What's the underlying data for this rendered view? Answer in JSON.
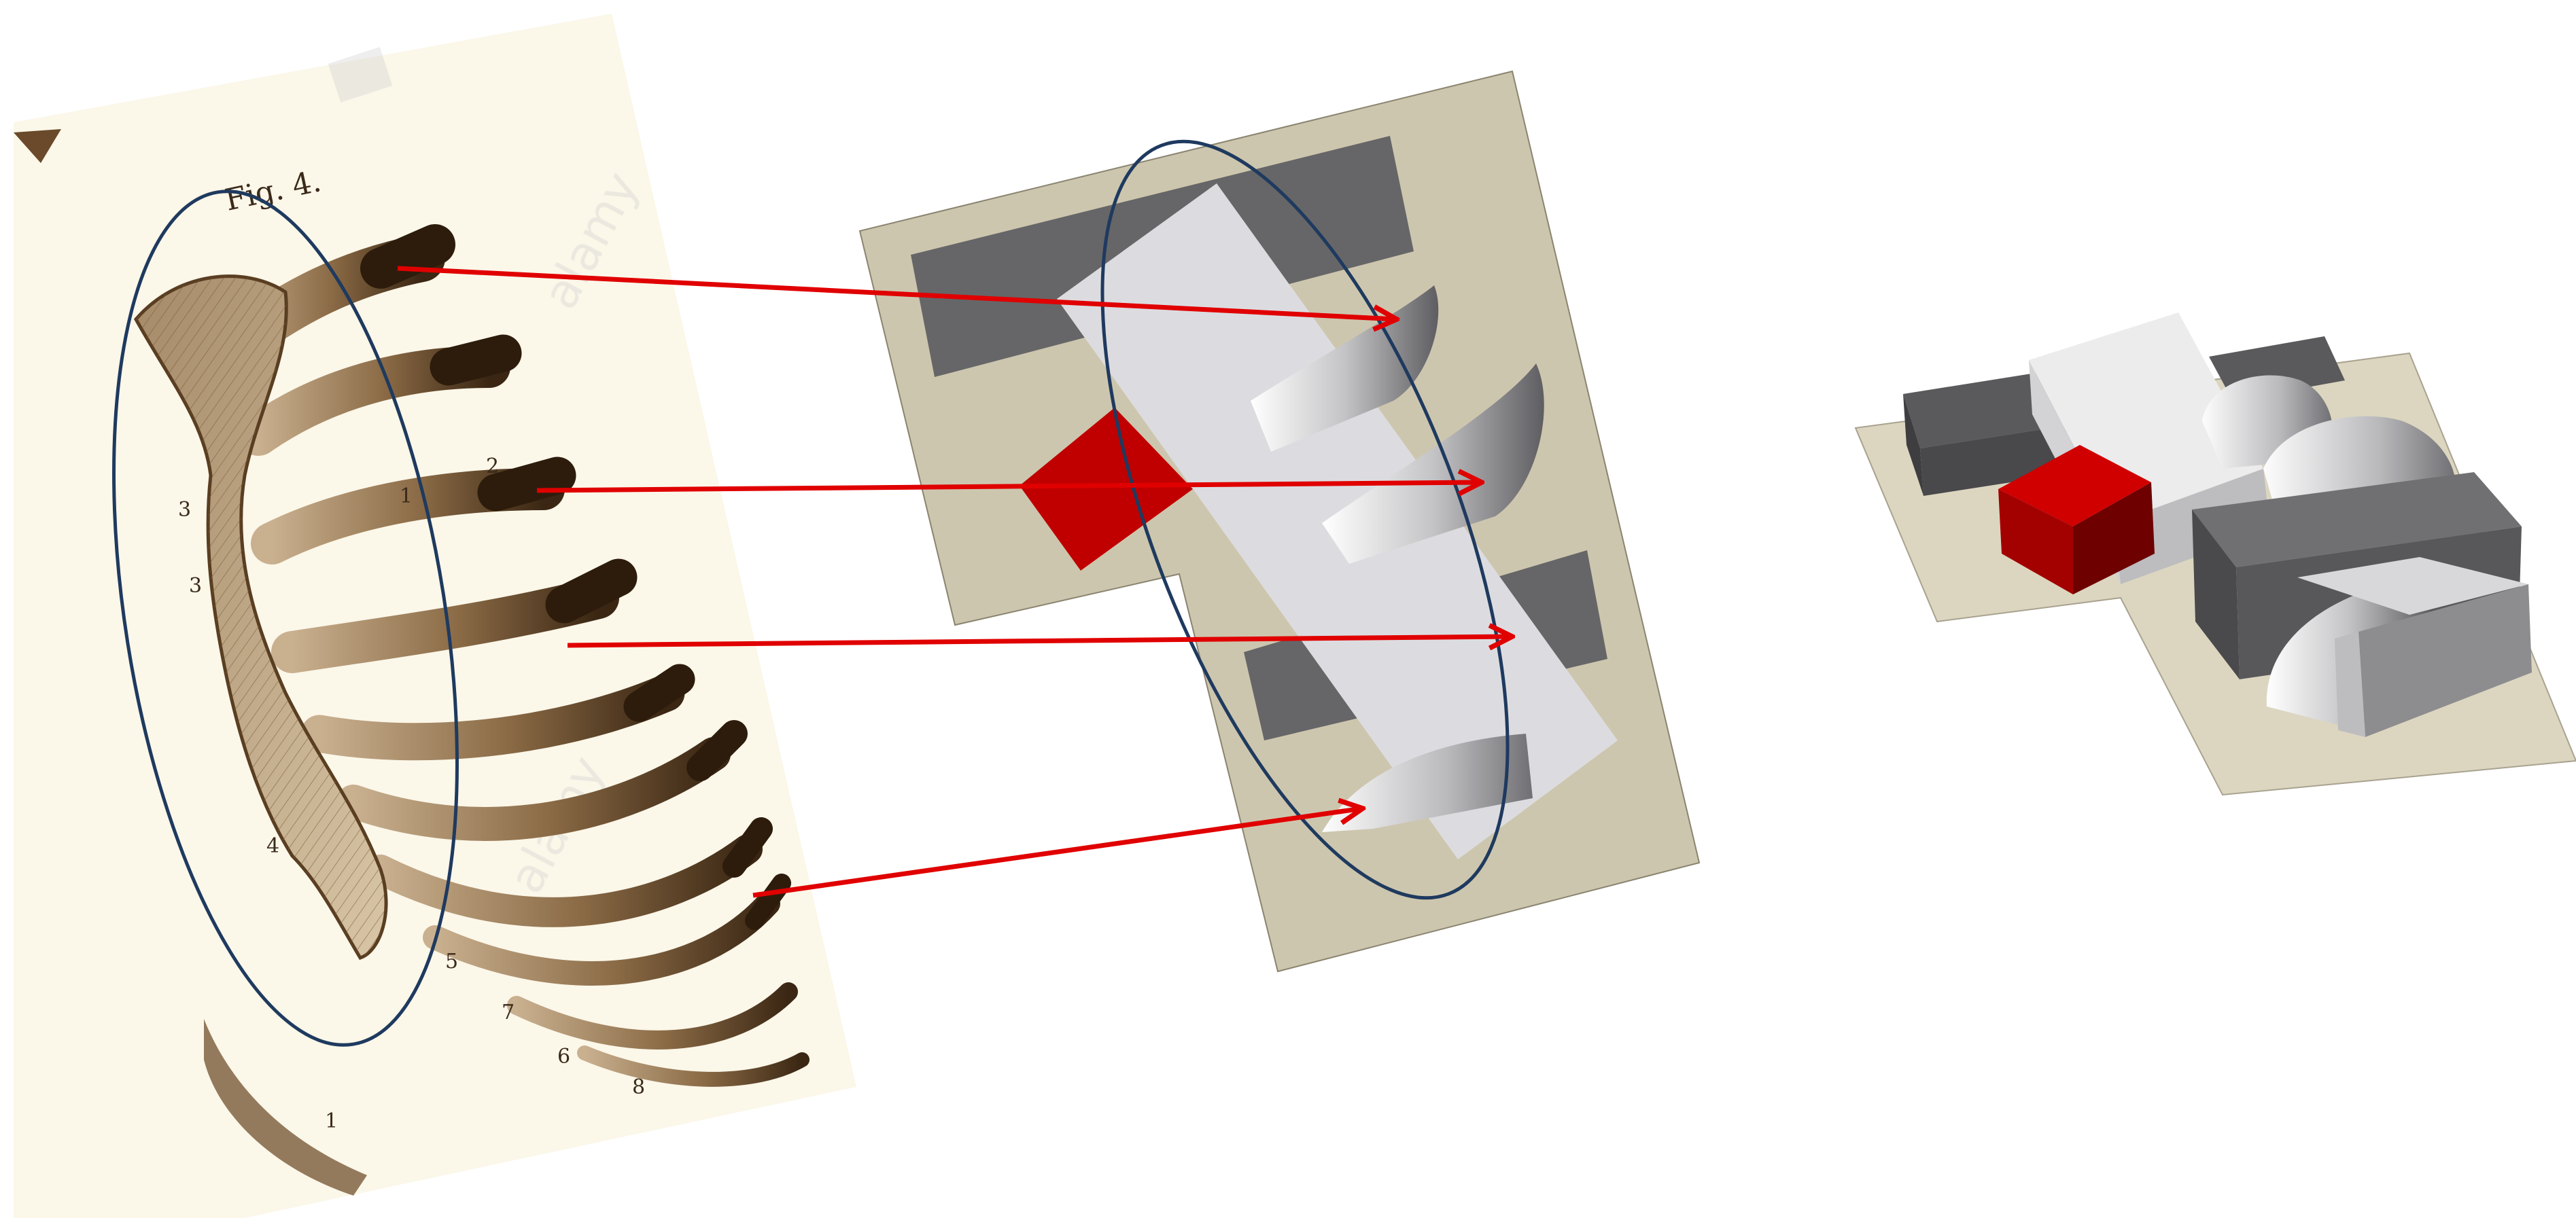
{
  "figure": {
    "caption": "Fig. 4.",
    "anatomy_labels": [
      "1",
      "2",
      "3",
      "3",
      "4",
      "5",
      "7",
      "6",
      "8",
      "1"
    ],
    "watermark": "alamy"
  },
  "colors": {
    "arrow": "#e00000",
    "ellipse": "#1f3a5f",
    "plate": "#cdc6ae",
    "dark_block": "#666668",
    "light_slab": "#dcdce0",
    "red_block": "#c00000",
    "bone_ink": "#5a3e22",
    "paper": "#fbf7e9"
  },
  "icons": {
    "anatomy_panel": "rib-cage-engraving",
    "plan_panel": "plan-diagram",
    "model_panel": "3d-block-model"
  }
}
